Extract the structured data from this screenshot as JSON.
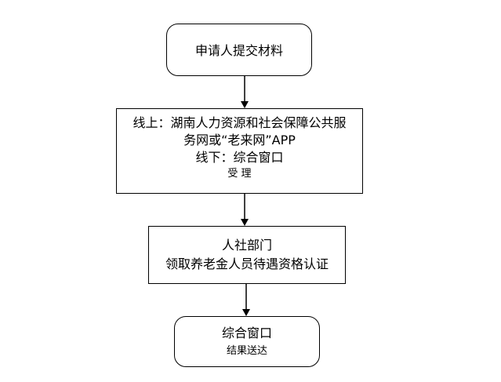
{
  "nodes": [
    {
      "id": "submit",
      "lines": [
        "申请人提交材料"
      ]
    },
    {
      "id": "accept",
      "lines": [
        "线上：湖南人力资源和社会保障公共服",
        "务网或“老来网”APP",
        "线下：综合窗口",
        "受 理"
      ]
    },
    {
      "id": "dept",
      "lines": [
        "人社部门",
        "领取养老金人员待遇资格认证"
      ]
    },
    {
      "id": "deliver",
      "lines": [
        "综合窗口",
        "结果送达"
      ]
    }
  ],
  "colors": {
    "stroke": "#000000",
    "fill": "#ffffff",
    "text": "#000000"
  }
}
